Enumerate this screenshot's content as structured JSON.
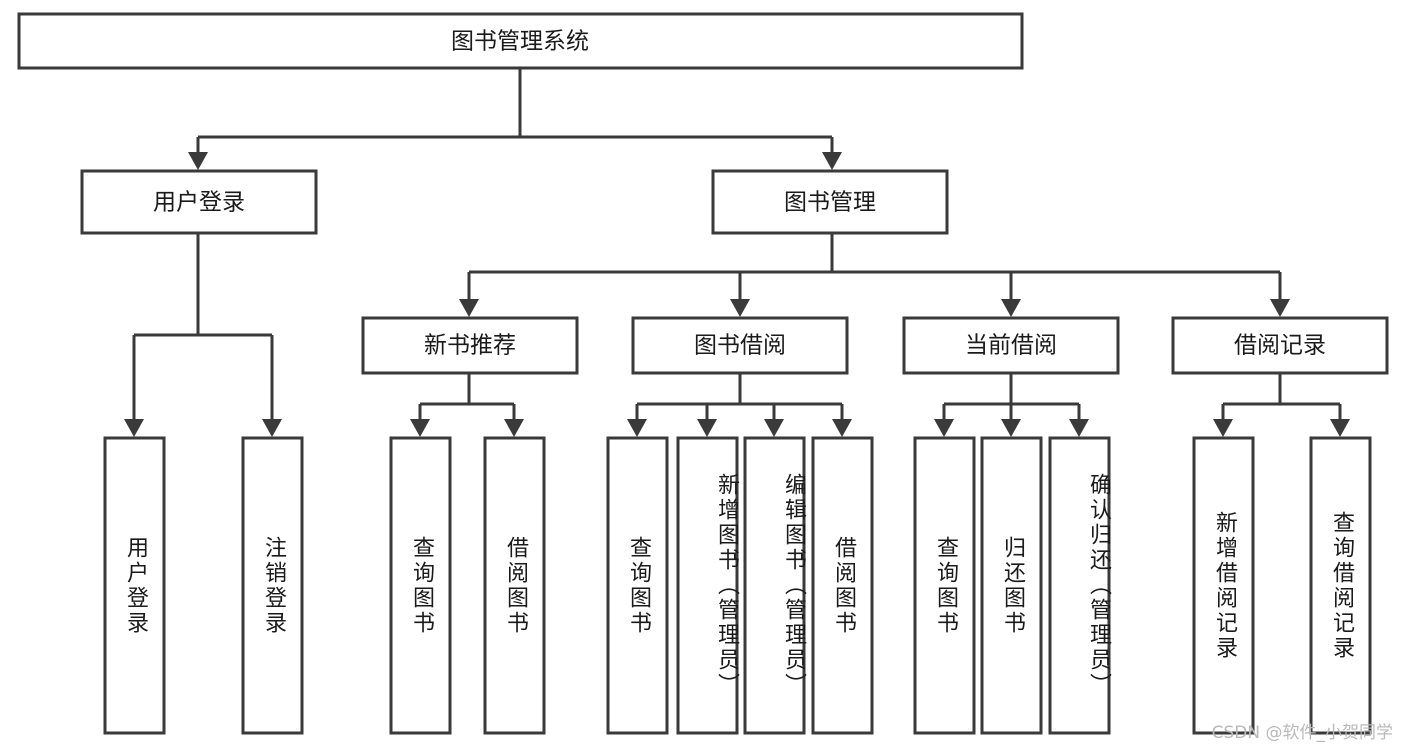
{
  "diagram": {
    "title": "图书管理系统",
    "type": "tree-hierarchy",
    "root": {
      "label": "图书管理系统"
    },
    "level2": [
      {
        "id": "user-login",
        "label": "用户登录"
      },
      {
        "id": "book-management",
        "label": "图书管理"
      }
    ],
    "level3": [
      {
        "id": "new-book-recommend",
        "label": "新书推荐",
        "parent": "book-management"
      },
      {
        "id": "book-borrow",
        "label": "图书借阅",
        "parent": "book-management"
      },
      {
        "id": "current-borrow",
        "label": "当前借阅",
        "parent": "book-management"
      },
      {
        "id": "borrow-record",
        "label": "借阅记录",
        "parent": "book-management"
      }
    ],
    "leaves": [
      {
        "id": "leaf-user-login",
        "label": "用户登录",
        "parent": "user-login"
      },
      {
        "id": "leaf-logout-login",
        "label": "注销登录",
        "parent": "user-login"
      },
      {
        "id": "leaf-query-book-1",
        "label": "查询图书",
        "parent": "new-book-recommend"
      },
      {
        "id": "leaf-borrow-book-1",
        "label": "借阅图书",
        "parent": "new-book-recommend"
      },
      {
        "id": "leaf-query-book-2",
        "label": "查询图书",
        "parent": "book-borrow"
      },
      {
        "id": "leaf-add-book",
        "label": "新增图书（管理员）",
        "parent": "book-borrow"
      },
      {
        "id": "leaf-edit-book",
        "label": "编辑图书（管理员）",
        "parent": "book-borrow"
      },
      {
        "id": "leaf-borrow-book-2",
        "label": "借阅图书",
        "parent": "book-borrow"
      },
      {
        "id": "leaf-query-book-3",
        "label": "查询图书",
        "parent": "current-borrow"
      },
      {
        "id": "leaf-return-book",
        "label": "归还图书",
        "parent": "current-borrow"
      },
      {
        "id": "leaf-confirm-return",
        "label": "确认归还（管理员）",
        "parent": "current-borrow"
      },
      {
        "id": "leaf-add-record",
        "label": "新增借阅记录",
        "parent": "borrow-record"
      },
      {
        "id": "leaf-query-record",
        "label": "查询借阅记录",
        "parent": "borrow-record"
      }
    ],
    "colors": {
      "stroke": "#3a3a3a",
      "fill": "#ffffff",
      "text": "#1a1a1a",
      "watermark": "#b9b9b9"
    }
  },
  "watermark": {
    "text": "CSDN @软件_小贺同学"
  }
}
